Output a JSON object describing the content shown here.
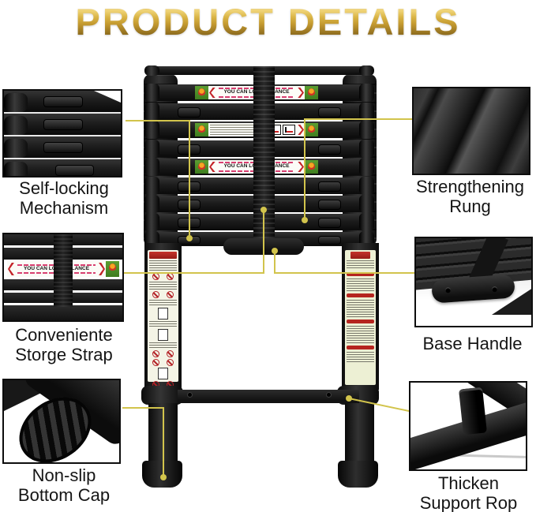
{
  "title": "PRODUCT DETAILS",
  "colors": {
    "connector_yellow": "#d2c44c",
    "gold_bright": "#f0d57a",
    "gold_deep": "#7c5d17",
    "ladder_black": "#1c1c1c",
    "sticker_green": "#5c9e31",
    "warning_red": "#c32227"
  },
  "callouts": {
    "self_locking": {
      "label_line1": "Self-locking",
      "label_line2": "Mechanism"
    },
    "strengthening": {
      "label_line1": "Strengthening",
      "label_line2": "Rung"
    },
    "storage_strap": {
      "label_line1": "Conveniente",
      "label_line2": "Storge Strap"
    },
    "base_handle": {
      "label_line1": "Base Handle",
      "label_line2": ""
    },
    "bottom_cap": {
      "label_line1": "Non-slip",
      "label_line2": "Bottom Cap"
    },
    "support_rope": {
      "label_line1": "Thicken",
      "label_line2": "Support Rop"
    }
  },
  "ladder": {
    "sticker_warning_text": "YOU CAN LOSE BALANCE",
    "rungs": [
      "thin",
      "stickerA",
      "plain",
      "stickerB",
      "plain",
      "stickerA",
      "plain",
      "plain",
      "plain",
      "plain"
    ]
  }
}
